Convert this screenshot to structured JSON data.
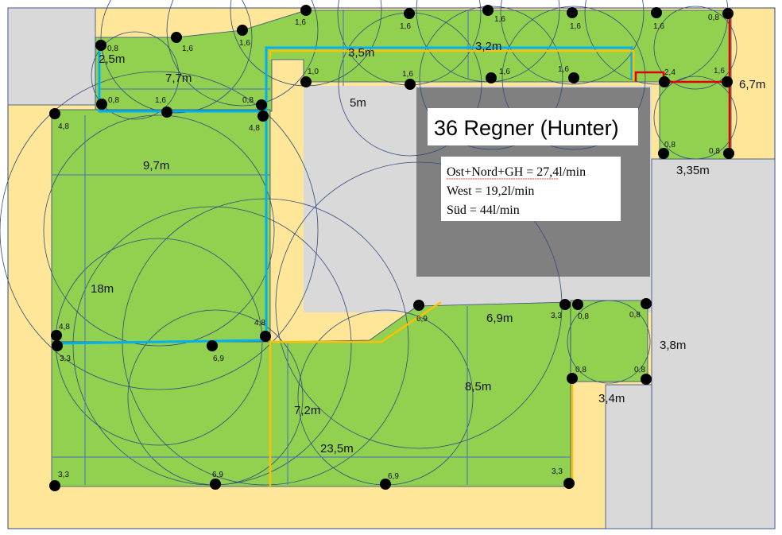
{
  "title": "36 Regner (Hunter)",
  "info": [
    "Ost+Nord+GH = 27,4l/min",
    "West = 19,2l/min",
    "Süd = 44l/min"
  ],
  "dimensions": [
    "2,5m",
    "7,7m",
    "3,5m",
    "3,2m",
    "5m",
    "6,7m",
    "3,35m",
    "9,7m",
    "18m",
    "6,9m",
    "3,8m",
    "3,4m",
    "8,5m",
    "7,2m",
    "23,5m"
  ],
  "sprinklers": [
    "0,8",
    "1,6",
    "1,6",
    "1,6",
    "1,0",
    "0,8",
    "1,6",
    "0,8",
    "4,8",
    "4,8",
    "1,6",
    "1,6",
    "1,6",
    "1,6",
    "0,8",
    "1,6",
    "1,6",
    "1,6",
    "2,4",
    "1,6",
    "0,8",
    "0,8",
    "4,8",
    "4,8",
    "3,3",
    "6,9",
    "6,9",
    "3,3",
    "0,8",
    "0,8",
    "0,8",
    "0,8",
    "3,3",
    "6,9",
    "6,9",
    "3,3"
  ],
  "colors": {
    "lawn": "#92d050",
    "yard": "#ffe699",
    "paved": "#d9d9d9",
    "building": "#808080",
    "pipe_blue": "#00b0f0",
    "pipe_yellow": "#ffc000",
    "pipe_red": "#e00000"
  }
}
